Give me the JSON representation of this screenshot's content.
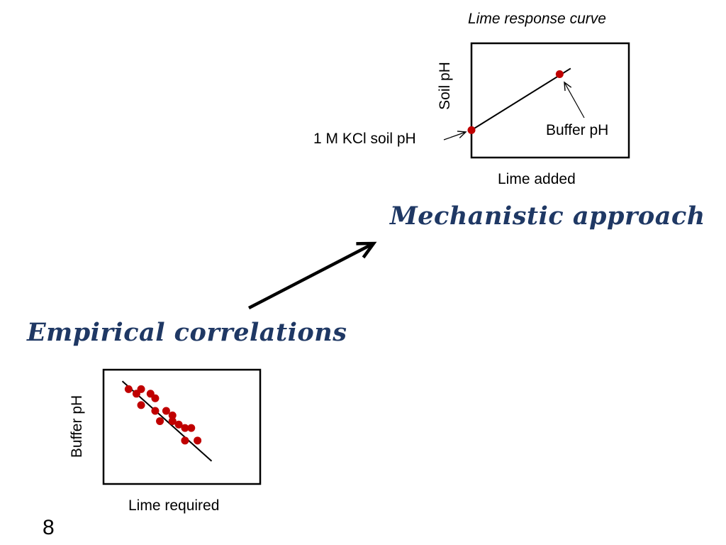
{
  "colors": {
    "text": "#000000",
    "heading": "#1f3864",
    "data_point": "#c00000",
    "line": "#000000"
  },
  "slide": {
    "page_number": "8",
    "mechanistic_heading": "Mechanistic approach",
    "empirical_heading": "Empirical correlations"
  },
  "top_chart": {
    "title": "Lime response curve",
    "xlabel": "Lime added",
    "ylabel": "Soil pH",
    "annotations": {
      "start_point": "1 M KCl soil pH",
      "end_point": "Buffer pH"
    }
  },
  "bottom_chart": {
    "xlabel": "Lime required",
    "ylabel": "Buffer pH"
  },
  "chart_data": [
    {
      "type": "line",
      "title": "Lime response curve",
      "xlabel": "Lime added",
      "ylabel": "Soil pH",
      "xlim": [
        0,
        10
      ],
      "ylim": [
        0,
        10
      ],
      "grid": false,
      "series": [
        {
          "x": [
            0,
            5.6
          ],
          "y": [
            2.4,
            7.3
          ]
        }
      ],
      "line": {
        "x": [
          0,
          6.3
        ],
        "y": [
          2.4,
          7.8
        ]
      }
    },
    {
      "type": "scatter",
      "title": "",
      "xlabel": "Lime required",
      "ylabel": "Buffer pH",
      "xlim": [
        0,
        10
      ],
      "ylim": [
        0,
        10
      ],
      "grid": false,
      "series": [
        {
          "x": [
            1.6,
            2.1,
            2.4,
            3.0,
            3.3,
            2.4,
            3.3,
            4.0,
            4.4,
            3.6,
            4.4,
            4.8,
            5.2,
            5.6,
            5.2,
            6.0
          ],
          "y": [
            8.3,
            7.9,
            8.3,
            7.9,
            7.5,
            6.9,
            6.4,
            6.4,
            6.0,
            5.5,
            5.5,
            5.2,
            4.9,
            4.9,
            3.8,
            3.8
          ]
        }
      ],
      "trend_line": {
        "x": [
          1.2,
          6.9
        ],
        "y": [
          9.0,
          2.0
        ]
      }
    }
  ]
}
